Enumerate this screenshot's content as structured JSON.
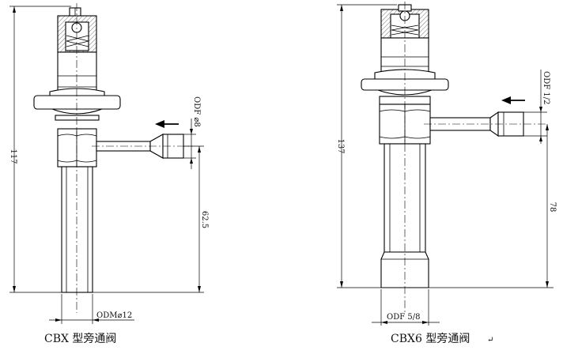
{
  "left_drawing": {
    "dim_height": "117",
    "dim_lower": "62.5",
    "inlet_label": "ODF ⌀8",
    "outlet_label": "ODM⌀12",
    "caption": "CBX 型旁通阀"
  },
  "right_drawing": {
    "dim_height": "137",
    "dim_lower": "78",
    "inlet_label": "ODF 1/2",
    "outlet_label": "ODF 5/8",
    "caption": "CBX6 型旁通阀",
    "caption_mark": "↵"
  }
}
